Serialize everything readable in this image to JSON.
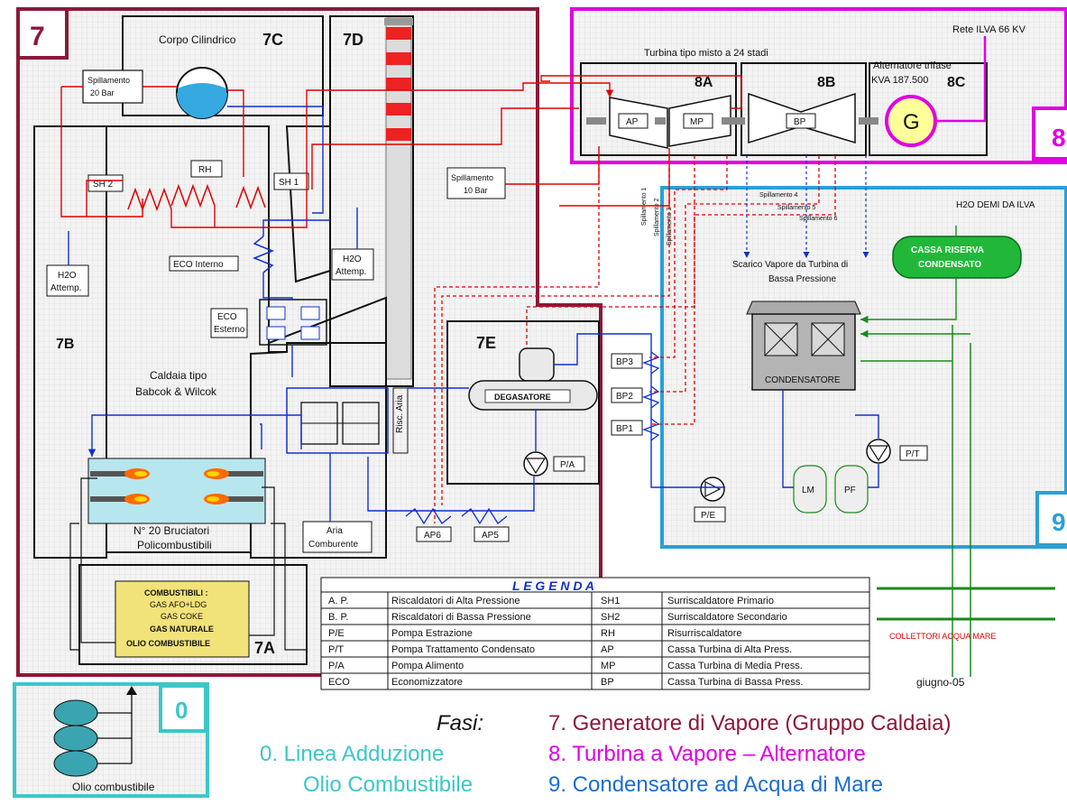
{
  "colors": {
    "section7": "#8b1a3a",
    "section8": "#e000e0",
    "section9": "#2aa0d8",
    "section0": "#3cc7c7",
    "steam": "#e00000",
    "water": "#1030d0",
    "seawater": "#1a8a1a",
    "fuel_box": "#f2e27a",
    "grid_bg": "#f0f0f0"
  },
  "sections": {
    "s7": "7",
    "s7A": "7A",
    "s7B": "7B",
    "s7C": "7C",
    "s7D": "7D",
    "s7E": "7E",
    "s8": "8",
    "s8A": "8A",
    "s8B": "8B",
    "s8C": "8C",
    "s9": "9",
    "s0": "0"
  },
  "labels": {
    "corpo_cilindrico": "Corpo Cilindrico",
    "spillamento_20": [
      "Spillamento",
      "20 Bar"
    ],
    "spillamento_10": [
      "Spillamento",
      "10 Bar"
    ],
    "rh": "RH",
    "sh2": "SH 2",
    "sh1": "SH 1",
    "eco_interno": "ECO Interno",
    "eco_esterno": [
      "ECO",
      "Esterno"
    ],
    "h2o_attemp_left": [
      "H2O",
      "Attemp."
    ],
    "h2o_attemp_right": [
      "H2O",
      "Attemp."
    ],
    "caldaia": [
      "Caldaia tipo",
      "Babcok & Wilcok"
    ],
    "risc_aria": "Risc. Aria",
    "bruciatori": [
      "N° 20 Bruciatori",
      "Policombustibili"
    ],
    "aria": [
      "Aria",
      "Comburente"
    ],
    "combustibili": [
      "COMBUSTIBILI :",
      "GAS AFO+LDG",
      "GAS COKE",
      "GAS NATURALE",
      "OLIO COMBUSTIBILE"
    ],
    "degasatore": "DEGASATORE",
    "pa": "P/A",
    "ap6": "AP6",
    "ap5": "AP5",
    "bp3": "BP3",
    "bp2": "BP2",
    "bp1": "BP1",
    "turbina": "Turbina tipo misto a 24 stadi",
    "alternatore": [
      "Alternatore trifase",
      "KVA 187.500"
    ],
    "rete": "Rete ILVA 66 KV",
    "ap_box": "AP",
    "mp_box": "MP",
    "bp_box": "BP",
    "g": "G",
    "spillamento1": "Spillamento 1",
    "spillamento2": "Spillamento 2",
    "spillamento3": "Spillamento 3",
    "spillamento4": "Spillamento 4",
    "spillamento5": "Spillamento 5",
    "spillamento6": "Spillamento 6",
    "scarico": [
      "Scarico Vapore da Turbina di",
      "Bassa Pressione"
    ],
    "h2o_demi": "H2O DEMI DA ILVA",
    "cassa_riserva": [
      "CASSA RISERVA",
      "CONDENSATO"
    ],
    "condensatore": "CONDENSATORE",
    "pt": "P/T",
    "pe": "P/E",
    "lm": "LM",
    "pf": "PF",
    "collettori": "COLLETTORI ACQUA MARE",
    "giugno": "giugno-05",
    "olio_combustibile": "Olio combustibile"
  },
  "legend": {
    "title": "L E G E N D A",
    "rows": [
      [
        "A. P.",
        "Riscaldatori di Alta Pressione",
        "SH1",
        "Surriscaldatore Primario"
      ],
      [
        "B. P.",
        "Riscaldatori di Bassa Pressione",
        "SH2",
        "Surriscaldatore Secondario"
      ],
      [
        "P/E",
        "Pompa Estrazione",
        "RH",
        "Risurriscaldatore"
      ],
      [
        "P/T",
        "Pompa Trattamento Condensato",
        "AP",
        "Cassa Turbina di Alta Press."
      ],
      [
        "P/A",
        "Pompa Alimento",
        "MP",
        "Cassa Turbina di Media Press."
      ],
      [
        "ECO",
        "Economizzatore",
        "BP",
        "Cassa Turbina di Bassa Press."
      ]
    ]
  },
  "fasi": {
    "title": "Fasi:",
    "f7": "7.  Generatore di Vapore (Gruppo Caldaia)",
    "f8": "8.  Turbina a Vapore – Alternatore",
    "f9": "9.  Condensatore ad Acqua di Mare",
    "f0a": "0. Linea Adduzione",
    "f0b": "Olio Combustibile"
  }
}
